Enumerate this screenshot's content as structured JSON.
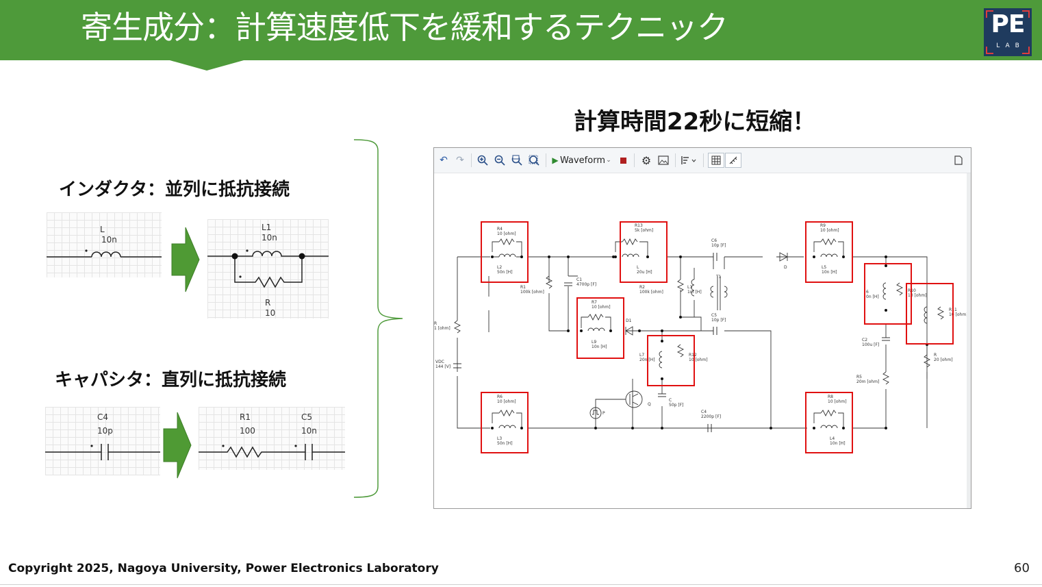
{
  "header": {
    "title": "寄生成分：計算速度低下を緩和するテクニック",
    "logo_text": "PE",
    "logo_sub": "LAB",
    "bg_color": "#4e9a3a"
  },
  "headline": "計算時間22秒に短縮！",
  "inductor_section": {
    "label": "インダクタ：並列に抵抗接続",
    "before": {
      "name": "L",
      "value": "10n"
    },
    "after": {
      "l_name": "L1",
      "l_value": "10n",
      "r_name": "R",
      "r_value": "10"
    }
  },
  "capacitor_section": {
    "label": "キャパシタ：直列に抵抗接続",
    "before": {
      "name": "C4",
      "value": "10p"
    },
    "after": {
      "r_name": "R1",
      "r_value": "100",
      "c_name": "C5",
      "c_value": "10n"
    }
  },
  "window": {
    "toolbar": {
      "waveform_label": "Waveform",
      "icons": [
        "undo-icon",
        "redo-icon",
        "zoom-in-icon",
        "zoom-out-icon",
        "zoom-fit-icon",
        "zoom-area-icon",
        "play-icon",
        "stop-icon",
        "settings-icon",
        "image-icon",
        "align-icon",
        "grid-icon",
        "ruler-icon",
        "page-icon"
      ]
    },
    "schematic": {
      "components": [
        {
          "id": "r4",
          "text": "R4\n10 [ohm]"
        },
        {
          "id": "l2",
          "text": "L2\n50n [H]"
        },
        {
          "id": "r13",
          "text": "R13\n5k [ohm]"
        },
        {
          "id": "l",
          "text": "L\n20u [H]"
        },
        {
          "id": "r9",
          "text": "R9\n10 [ohm]"
        },
        {
          "id": "l5",
          "text": "L5\n10n [H]"
        },
        {
          "id": "r1",
          "text": "R1\n100k [ohm]"
        },
        {
          "id": "c1",
          "text": "C1\n4700p [F]"
        },
        {
          "id": "r2",
          "text": "R2\n100k [ohm]"
        },
        {
          "id": "l1",
          "text": "L1\n1m [H]"
        },
        {
          "id": "c6",
          "text": "C6\n10p [F]"
        },
        {
          "id": "t1",
          "text": "T1"
        },
        {
          "id": "d",
          "text": "D"
        },
        {
          "id": "r7",
          "text": "R7\n10 [ohm]"
        },
        {
          "id": "l9",
          "text": "L9\n10n [H]"
        },
        {
          "id": "d1",
          "text": "D1"
        },
        {
          "id": "c5",
          "text": "C5\n10p [F]"
        },
        {
          "id": "l6",
          "text": "6\n0n [H]"
        },
        {
          "id": "r10",
          "text": "R10\n10 [ohm]"
        },
        {
          "id": "r11",
          "text": "R11\n10 [ohm]"
        },
        {
          "id": "r",
          "text": "R\n1 [ohm]"
        },
        {
          "id": "vdc",
          "text": "VDC\n144 [V]"
        },
        {
          "id": "l7",
          "text": "L7\n20n [H]"
        },
        {
          "id": "r12",
          "text": "R12\n10 [ohm]"
        },
        {
          "id": "c2",
          "text": "C2\n100u [F]"
        },
        {
          "id": "rr",
          "text": "R\n20 [ohm]"
        },
        {
          "id": "r5",
          "text": "R5\n20m [ohm]"
        },
        {
          "id": "r6",
          "text": "R6\n10 [ohm]"
        },
        {
          "id": "l3",
          "text": "L3\n50n [H]"
        },
        {
          "id": "q",
          "text": "Q"
        },
        {
          "id": "p",
          "text": "P"
        },
        {
          "id": "c",
          "text": "C\n50p [F]"
        },
        {
          "id": "c4",
          "text": "C4\n2200p [F]"
        },
        {
          "id": "r8",
          "text": "R8\n10 [ohm]"
        },
        {
          "id": "l4",
          "text": "L4\n10n [H]"
        }
      ]
    }
  },
  "footer": {
    "copyright": "Copyright 2025, Nagoya University, Power Electronics Laboratory",
    "page": "60"
  }
}
